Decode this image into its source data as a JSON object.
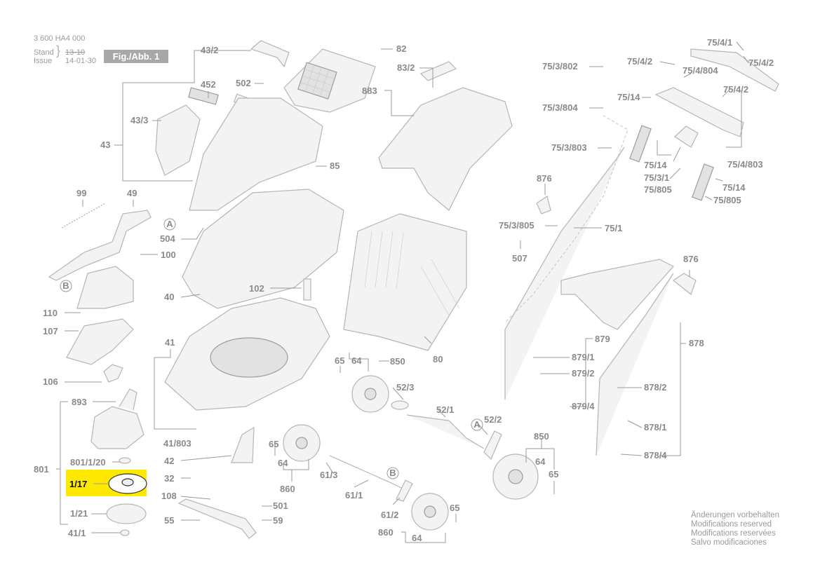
{
  "header": {
    "part_number": "3 600 HA4 000",
    "stand_label": "Stand",
    "issue_label": "Issue",
    "stand_value": "13-10",
    "issue_value": "14-01-30",
    "figure": "Fig./Abb. 1"
  },
  "note": [
    "Änderungen vorbehalten",
    "Modifications reserved",
    "Modifications reservées",
    "Salvo modificaciones"
  ],
  "highlight_color": "#ffe900",
  "labels": {
    "p43_2": "43/2",
    "p452": "452",
    "p502": "502",
    "p82": "82",
    "p83_2": "83/2",
    "p883": "883",
    "p43_3": "43/3",
    "p43": "43",
    "p85": "85",
    "p99": "99",
    "p49": "49",
    "p504": "504",
    "p100": "100",
    "p40": "40",
    "p102": "102",
    "p110": "110",
    "p107": "107",
    "p41": "41",
    "p106": "106",
    "p893": "893",
    "p801": "801",
    "p801_1_20": "801/1/20",
    "p1_17": "1/17",
    "p1_21": "1/21",
    "p41_1": "41/1",
    "p41_803": "41/803",
    "p42": "42",
    "p32": "32",
    "p108": "108",
    "p55": "55",
    "p501": "501",
    "p59": "59",
    "p65_a": "65",
    "p64_a": "64",
    "p850_a": "850",
    "p80": "80",
    "p52_3": "52/3",
    "p52_1": "52/1",
    "p52_2": "52/2",
    "p65_b": "65",
    "p64_b": "64",
    "p860_a": "860",
    "p61_3": "61/3",
    "p61_1": "61/1",
    "p61_2": "61/2",
    "p65_c": "65",
    "p860_b": "860",
    "p64_c": "64",
    "p850_b": "850",
    "p64_d": "64",
    "p65_d": "65",
    "p75_3_802": "75/3/802",
    "p75_3_804": "75/3/804",
    "p75_3_803": "75/3/803",
    "p876_a": "876",
    "p75_3_805": "75/3/805",
    "p507": "507",
    "p75_1": "75/1",
    "p75_4_1": "75/4/1",
    "p75_4_2_a": "75/4/2",
    "p75_4_804": "75/4/804",
    "p75_4_2_b": "75/4/2",
    "p75_14_a": "75/14",
    "p75_4_2_c": "75/4/2",
    "p75_14_b": "75/14",
    "p75_3_1": "75/3/1",
    "p75_805_a": "75/805",
    "p75_4_803": "75/4/803",
    "p75_14_c": "75/14",
    "p75_805_b": "75/805",
    "p876_b": "876",
    "p879": "879",
    "p879_1": "879/1",
    "p879_2": "879/2",
    "p879_4": "879/4",
    "p878": "878",
    "p878_2": "878/2",
    "p878_1": "878/1",
    "p878_4": "878/4",
    "circle_a1": "A",
    "circle_b1": "B",
    "circle_a2": "A",
    "circle_b2": "B"
  }
}
